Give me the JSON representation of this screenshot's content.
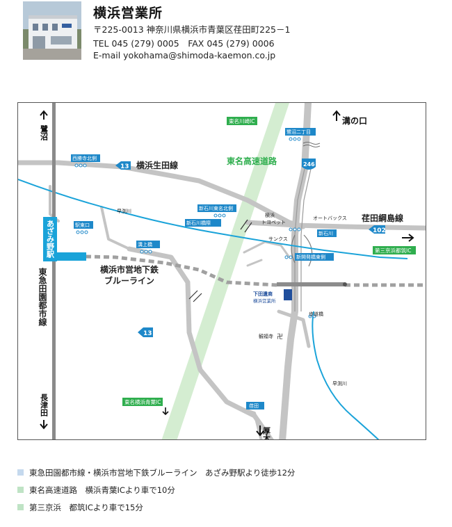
{
  "office": {
    "name": "横浜営業所",
    "postal_address": "〒225-0013 神奈川県横浜市青葉区荏田町225－1",
    "tel_fax": "TEL 045 (279) 0005　FAX 045 (279) 0006",
    "email": "E-mail  yokohama@shimoda-kaemon.co.jp"
  },
  "map": {
    "direction_labels": {
      "saginuma": "鷺沼",
      "nagatsuta": "長津田",
      "mizonokuchi": "溝の口",
      "atsugi": "厚木"
    },
    "railways": {
      "tokyu": "東急田園都市線",
      "station": "あざみ野駅",
      "subway_line1": "横浜市営地下鉄",
      "subway_line2": "ブルーライン"
    },
    "roads": {
      "tomei": "東名高速道路",
      "route13_name": "横浜生田線",
      "route13_number": "13",
      "route13_number_lower": "13",
      "route102_name": "荏田綱島線",
      "route102_number": "102",
      "route246_number": "246"
    },
    "signals": {
      "saishoji_kitagawa": "西勝寺北側",
      "ekihigashiguchi": "駅東口",
      "mizonoue_bashi": "溝上橋",
      "shinishikawa_tomeikita": "新石川東名北側",
      "shinishikawa_bashizume": "新石川橋際",
      "shinishikawa": "新石川",
      "sagimuma_nichome": "鷺沼二丁目",
      "shinkaihatsu": "新開発橋東側",
      "eda": "荏田"
    },
    "interchanges": {
      "tomei_kawasaki": "東名川崎IC",
      "tomei_yokohama_aoba": "東名横浜青葉IC",
      "daisan_keihin_tsuzuki": "第三京浜都筑IC"
    },
    "rivers": {
      "hayabuchi_upper": "早渕川",
      "hayabuchi_lower": "早渕川"
    },
    "landmarks": {
      "toyopet1": "横浜",
      "toyopet2": "トヨペット",
      "autobacs": "オートバックス",
      "sunkus": "サンクス",
      "kanpukuji": "観福寺",
      "kanpukuji_symbol": "卍",
      "footbridge": "歩道橋",
      "company1": "下田遺商",
      "company2": "横浜営業所"
    },
    "colors": {
      "river": "#1aa3d9",
      "road": "#bdbdbd",
      "expressway": "#d4edd1",
      "railway": "#8a8a8a",
      "route_sign": "#1e88c9",
      "ic_sign": "#2fae4e",
      "office_marker": "#1f4e9c"
    }
  },
  "legend": [
    {
      "text": "東急田園都市線・横浜市営地下鉄ブルーライン　あざみ野駅より徒歩12分",
      "color": "#c5d9ee"
    },
    {
      "text": "東名高速道路　横浜青葉ICより車で10分",
      "color": "#bfe3c5"
    },
    {
      "text": "第三京浜　都筑ICより車で15分",
      "color": "#bfe3c5"
    }
  ]
}
